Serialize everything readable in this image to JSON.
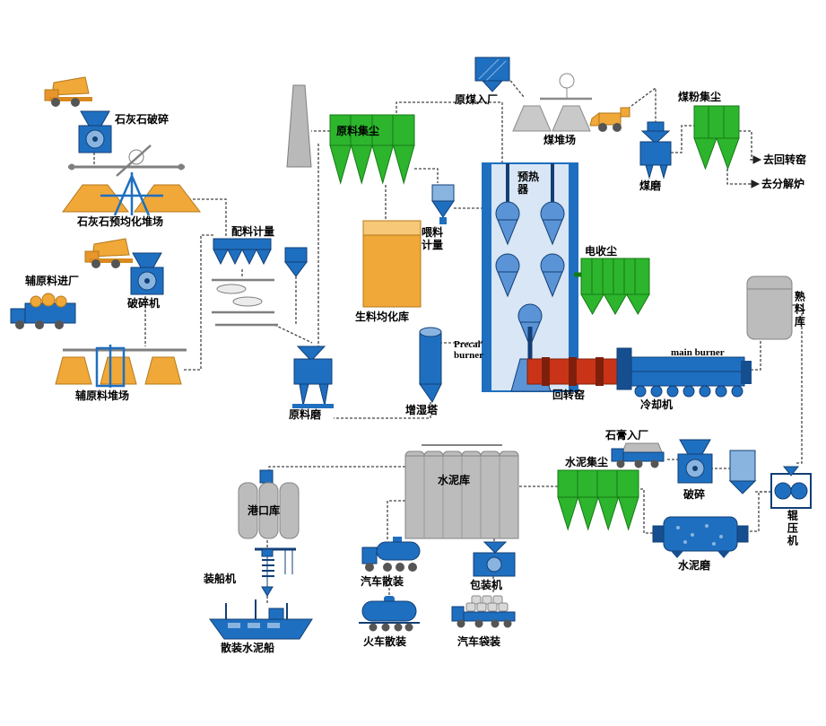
{
  "labels": {
    "limestone_crushing": "石灰石破碎",
    "limestone_preblending_yard": "石灰石预均化堆场",
    "batching_metering": "配料计量",
    "aux_material_entry": "辅原料进厂",
    "crusher_machine": "破碎机",
    "aux_material_yard": "辅原料堆场",
    "raw_material_dust": "原料集尘",
    "raw_meal_silo": "生料均化库",
    "feeding_metering": "喂料计量",
    "preheater": "预热器",
    "raw_coal_entry": "原煤入厂",
    "coal_yard": "煤堆场",
    "coal_dust": "煤粉集尘",
    "coal_mill": "煤磨",
    "to_rotary_kiln": "去回转窑",
    "to_calciner": "去分解炉",
    "esp": "电收尘",
    "clinker_silo": "熟料库",
    "precal_burner": "Precal' burner",
    "main_burner": "main burner",
    "rotary_kiln": "回转窑",
    "cooler": "冷却机",
    "raw_mill": "原料磨",
    "humidifier_tower": "增湿塔",
    "gypsum_entry": "石膏入厂",
    "cement_dust": "水泥集尘",
    "crushing": "破碎",
    "roller_press": "辊压机",
    "cement_mill": "水泥磨",
    "cement_silo": "水泥库",
    "port_silo": "港口库",
    "ship_loader": "装船机",
    "bulk_cement_ship": "散装水泥船",
    "truck_bulk": "汽车散装",
    "train_bulk": "火车散装",
    "packing_machine": "包装机",
    "truck_bagged": "汽车袋装"
  },
  "colors": {
    "equipment_blue": "#1f6fc0",
    "dust_green": "#2db52d",
    "material_orange": "#f0a838",
    "silo_gray": "#bcbcbc",
    "kiln_red": "#c93418"
  }
}
